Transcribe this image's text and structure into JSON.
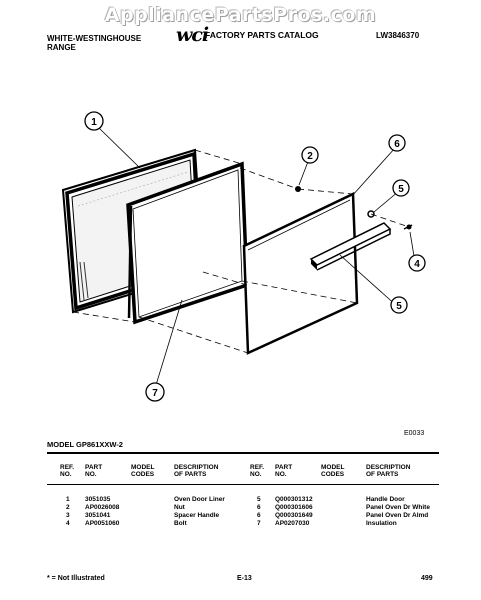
{
  "watermark": "AppliancePartsPros.com",
  "header": {
    "brand_line1": "WHITE-WESTINGHOUSE",
    "brand_line2": "RANGE",
    "logo": "wci",
    "catalog_title": "FACTORY PARTS CATALOG",
    "catalog_code": "LW3846370"
  },
  "callouts": [
    "1",
    "2",
    "6",
    "5",
    "4",
    "5",
    "7"
  ],
  "model": "MODEL GP861XXW-2",
  "diagram_code": "E0033",
  "table": {
    "headers": {
      "ref_no": [
        "REF.",
        "NO."
      ],
      "part_no": [
        "PART",
        "NO."
      ],
      "model_codes": [
        "MODEL",
        "CODES"
      ],
      "description": [
        "DESCRIPTION",
        "OF PARTS"
      ]
    },
    "left_rows": [
      {
        "ref": "1",
        "part": "3051035",
        "desc": "Oven Door Liner"
      },
      {
        "ref": "2",
        "part": "AP0026008",
        "desc": "Nut"
      },
      {
        "ref": "3",
        "part": "3051041",
        "desc": "Spacer Handle"
      },
      {
        "ref": "4",
        "part": "AP0051060",
        "desc": "Bolt"
      }
    ],
    "right_rows": [
      {
        "ref": "5",
        "part": "Q000301312",
        "desc": "Handle Door"
      },
      {
        "ref": "6",
        "part": "Q000301606",
        "desc": "Panel Oven Dr White"
      },
      {
        "ref": "6",
        "part": "Q000301649",
        "desc": "Panel Oven Dr Almd"
      },
      {
        "ref": "7",
        "part": "AP0207030",
        "desc": "Insulation"
      }
    ]
  },
  "footer": {
    "note": "* = Not Illustrated",
    "page": "E-13",
    "number": "499"
  }
}
